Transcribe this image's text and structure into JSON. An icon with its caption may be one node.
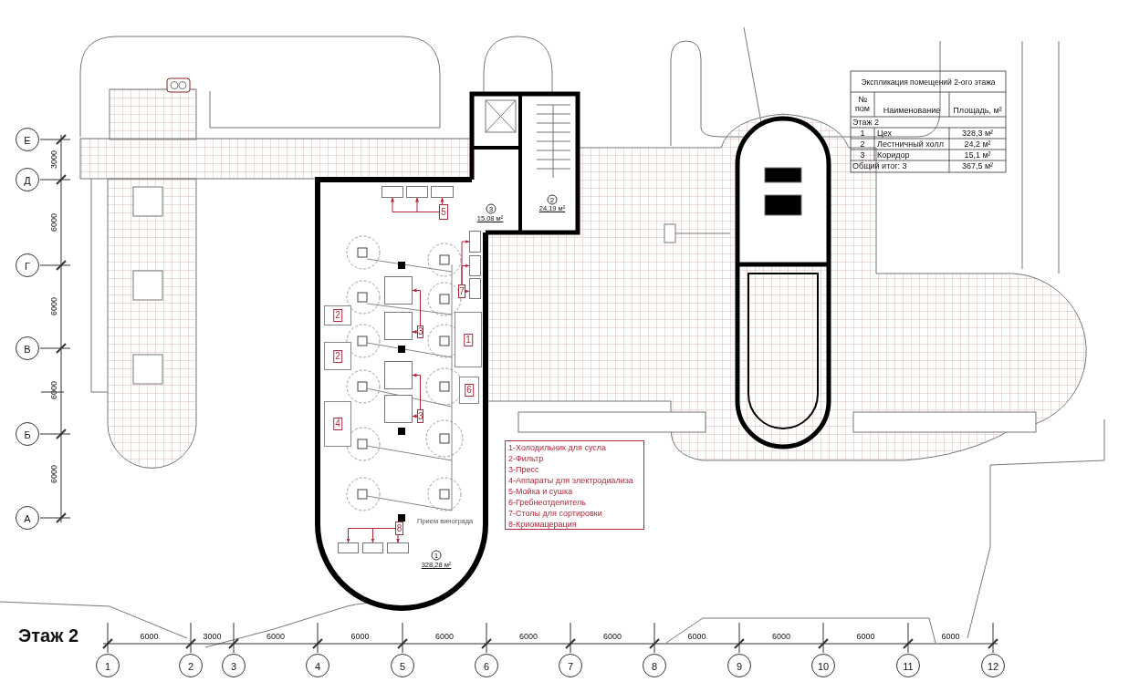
{
  "diagram": {
    "title": "Этаж 2",
    "nodes": [
      {
        "text": [
          "5"
        ]
      },
      {
        "text": [],
        "shape": "box"
      },
      {
        "text": [],
        "shape": "box"
      },
      {
        "text": [],
        "shape": "box"
      },
      {
        "text": [
          "7"
        ]
      },
      {
        "text": [],
        "shape": "box"
      },
      {
        "text": [],
        "shape": "box"
      },
      {
        "text": [],
        "shape": "box"
      },
      {
        "text": [
          "3"
        ]
      },
      {
        "text": [],
        "shape": "box"
      },
      {
        "text": [],
        "shape": "box"
      },
      {
        "text": [
          "3"
        ]
      },
      {
        "text": [],
        "shape": "box"
      },
      {
        "text": [],
        "shape": "box"
      },
      {
        "text": [
          "8"
        ]
      },
      {
        "text": [],
        "shape": "box"
      },
      {
        "text": [],
        "shape": "box"
      },
      {
        "text": [],
        "shape": "box"
      },
      {
        "text": [
          "2"
        ]
      },
      {
        "text": [
          "2"
        ]
      },
      {
        "text": [
          "1"
        ]
      },
      {
        "text": [
          "6"
        ]
      },
      {
        "text": [
          "4"
        ]
      }
    ],
    "edges": [
      {
        "from": 0,
        "to": 1,
        "arrow": "to"
      },
      {
        "from": 0,
        "to": 2,
        "arrow": "to"
      },
      {
        "from": 0,
        "to": 3,
        "arrow": "to"
      },
      {
        "from": 4,
        "to": 5,
        "arrow": "to"
      },
      {
        "from": 4,
        "to": 6,
        "arrow": "to"
      },
      {
        "from": 4,
        "to": 7,
        "arrow": "to"
      },
      {
        "from": 8,
        "to": 9,
        "arrow": "to"
      },
      {
        "from": 8,
        "to": 10,
        "arrow": "to"
      },
      {
        "from": 11,
        "to": 12,
        "arrow": "to"
      },
      {
        "from": 11,
        "to": 13,
        "arrow": "to"
      },
      {
        "from": 14,
        "to": 15,
        "arrow": "to"
      },
      {
        "from": 14,
        "to": 16,
        "arrow": "to"
      },
      {
        "from": 14,
        "to": 17,
        "arrow": "to"
      }
    ],
    "labels": [
      "Экспликация помещений 2-ого этажа",
      "№ пом",
      "Наименование",
      "Площадь, м²",
      "Этаж 2",
      "1",
      "Цех",
      "328,3 м²",
      "2",
      "Лестничный холл",
      "24,2 м²",
      "3",
      "Коридор",
      "15,1 м²",
      "Общий итог: 3",
      "367,5 м²",
      "3",
      "15,08 м²",
      "2",
      "24,19 м²",
      "Прием винограда",
      "1-Холодильник для сусла",
      "2-Фильтр",
      "3-Пресс",
      "4-Аппараты для электродиализа",
      "5-Мойка и сушка",
      "6-Гребнеотделитель",
      "7-Столы для сортировки",
      "8-Криомацерация",
      "1",
      "328,28 м²",
      "Е",
      "Д",
      "Г",
      "В",
      "Б",
      "А",
      "3000",
      "6000",
      "6000",
      "6000",
      "6000",
      "1",
      "2",
      "3",
      "4",
      "5",
      "6",
      "7",
      "8",
      "9",
      "10",
      "11",
      "12",
      "6000",
      "3000",
      "6000",
      "6000",
      "6000",
      "6000",
      "6000",
      "6000",
      "6000",
      "6000",
      "6000"
    ]
  }
}
